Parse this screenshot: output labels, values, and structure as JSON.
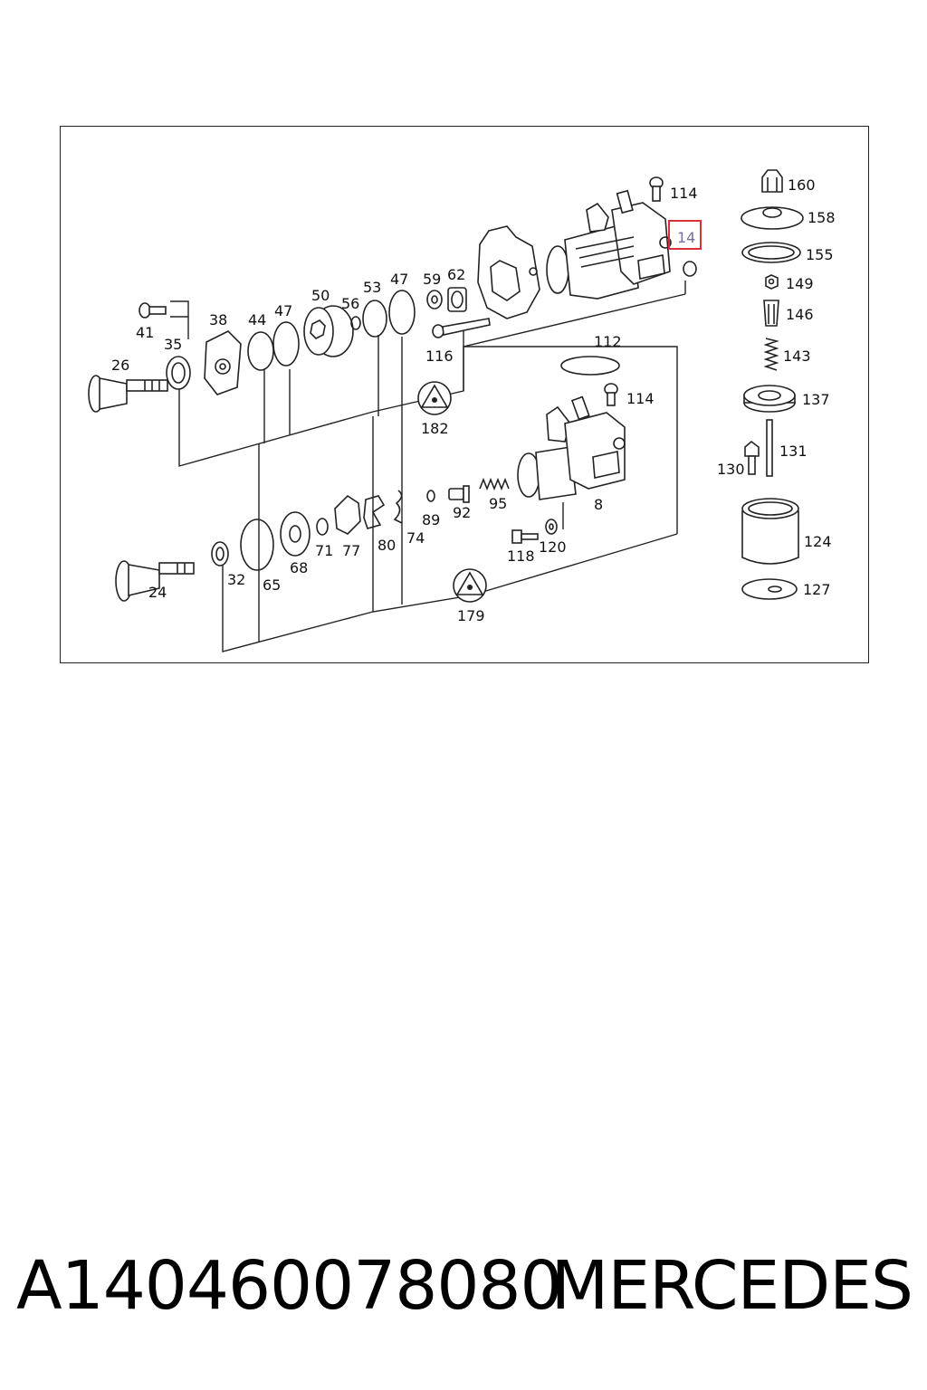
{
  "labels": {
    "l114a": "114",
    "l160": "160",
    "l158": "158",
    "l14": "14",
    "l155": "155",
    "l149": "149",
    "l146": "146",
    "l143": "143",
    "l137": "137",
    "l131": "131",
    "l130": "130",
    "l124": "124",
    "l127": "127",
    "l41": "41",
    "l38": "38",
    "l35": "35",
    "l26": "26",
    "l44": "44",
    "l47a": "47",
    "l50": "50",
    "l53": "53",
    "l56": "56",
    "l47b": "47",
    "l59": "59",
    "l62": "62",
    "l116": "116",
    "l182": "182",
    "l112": "112",
    "l114b": "114",
    "l8": "8",
    "l89": "89",
    "l92": "92",
    "l95": "95",
    "l74": "74",
    "l80": "80",
    "l77": "77",
    "l71": "71",
    "l68": "68",
    "l65": "65",
    "l32": "32",
    "l24": "24",
    "l118": "118",
    "l120": "120",
    "l179": "179"
  },
  "highlight": {
    "label": "14",
    "color": "#d9303a"
  },
  "footer": {
    "part_number": "A140460078080",
    "brand": "MERCEDES"
  }
}
